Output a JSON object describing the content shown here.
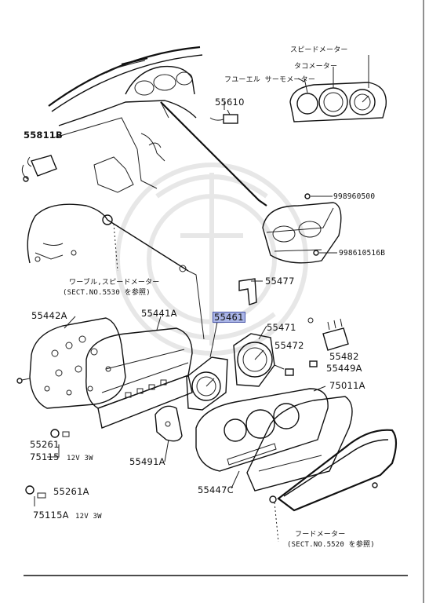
{
  "colors": {
    "highlight": "#a9b4e6",
    "ink": "#111111",
    "watermark": "#e7e7e7"
  },
  "labels": {
    "speedo_jp": "スピードメーター",
    "tacho_jp": "タコメーター",
    "fuel_thermo_jp": "フユーエル サーモメーター",
    "p55610": "55610",
    "p55811B": "55811B",
    "p998960500": "998960500",
    "p998610516B": "998610516B",
    "cable_speedo_jp": "ワーブル,スピードメーター",
    "sect5530": "(SECT.NO.5530 を参照)",
    "p55477": "55477",
    "p55442A": "55442A",
    "p55441A": "55441A",
    "p55461": "55461",
    "p55471": "55471",
    "p55472": "55472",
    "p55482": "55482",
    "p55449A": "55449A",
    "p75011A": "75011A",
    "p55261": "55261",
    "p75115": "75115",
    "bulb1": "12V 3W",
    "p55491A": "55491A",
    "p55447C": "55447C",
    "p55261A": "55261A",
    "p75115A": "75115A",
    "bulb2": "12V 3W",
    "hood_jp": "フードメーター",
    "sect5520": "(SECT.NO.5520 を参照)"
  }
}
